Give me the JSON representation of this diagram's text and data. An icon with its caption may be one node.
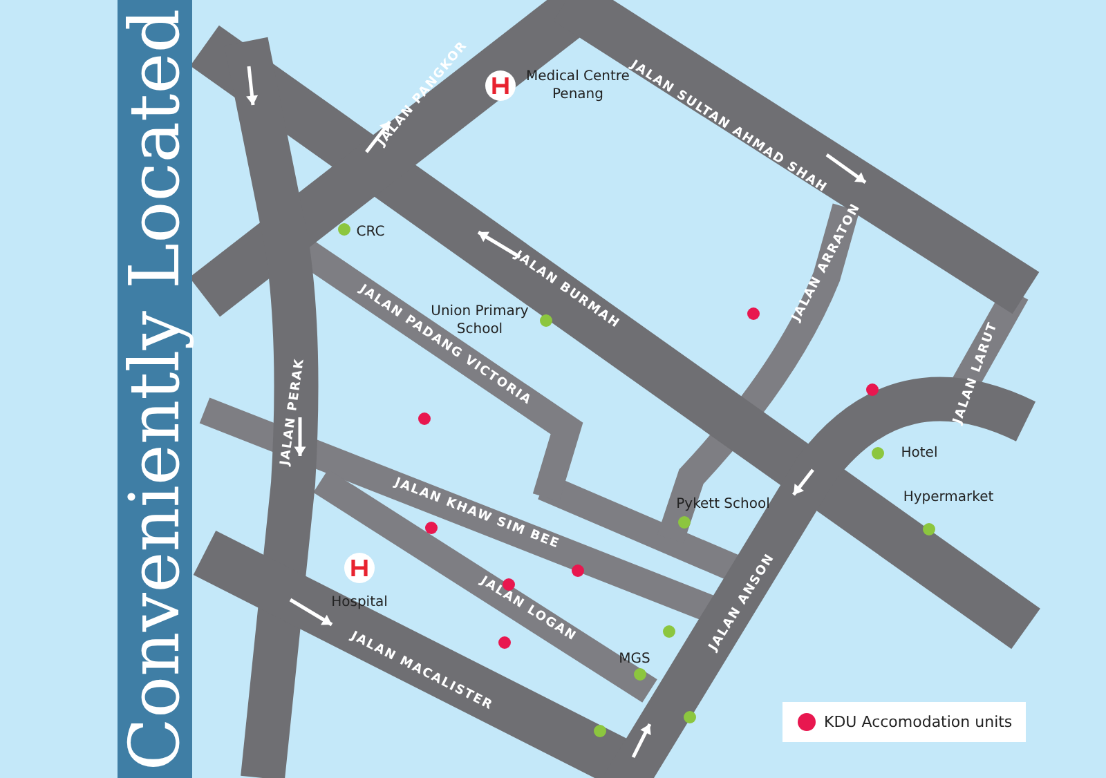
{
  "diagram": {
    "title": "Conveniently Located",
    "labels": [
      "JALAN PANGKOR",
      "Medical Centre Penang",
      "JALAN SULTAN AHMAD SHAH",
      "CRC",
      "JALAN BURMAH",
      "JALAN ARRATON",
      "Union Primary School",
      "JALAN LARUT",
      "JALAN PERAK",
      "JALAN PADANG VICTORIA",
      "JALAN KHAW SIM BEE",
      "Hotel",
      "Pykett School",
      "Hypermarket",
      "Hospital",
      "JALAN LOGAN",
      "JALAN ANSON",
      "MGS",
      "JALAN MACALISTER"
    ],
    "legend": [
      {
        "text": "KDU Accomodation units",
        "color": "#e8174f"
      }
    ]
  }
}
